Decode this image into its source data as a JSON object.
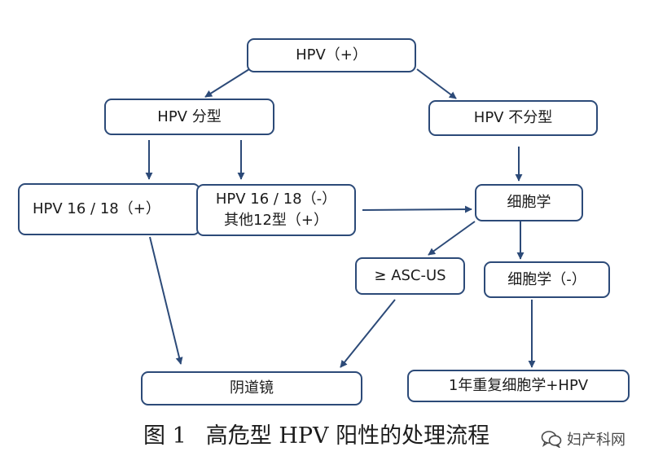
{
  "nodes": {
    "hpv_positive": "HPV（+）",
    "hpv_typing": "HPV 分型",
    "hpv_no_typing": "HPV 不分型",
    "hpv1618_positive": "HPV 16 / 18（+）",
    "hpv1618_negative_line1": "HPV 16 / 18（-）",
    "hpv1618_negative_line2": "其他12型（+）",
    "cytology": "细胞学",
    "asc_us": "≥ ASC-US",
    "cytology_negative": "细胞学（-）",
    "colposcopy": "阴道镜",
    "repeat_in_one_year": "1年重复细胞学+HPV"
  },
  "caption": {
    "figure_number": "图 1",
    "title": "高危型 HPV 阳性的处理流程"
  },
  "watermark": {
    "text": "妇产科网",
    "icon": "wechat-icon"
  },
  "colors": {
    "box_border": "#2c4a78",
    "arrow": "#2c4a78",
    "text": "#1b1b1b"
  }
}
